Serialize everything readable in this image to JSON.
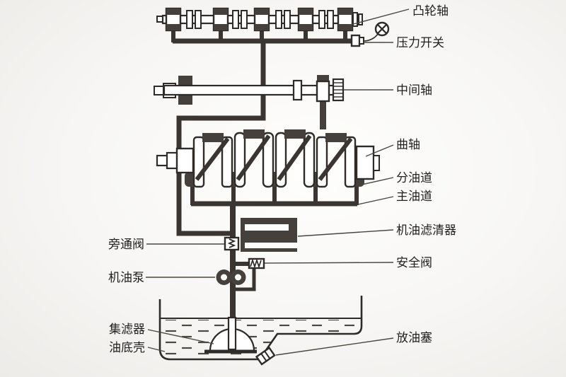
{
  "diagram": {
    "type": "engine-lubrication-system-schematic",
    "labels": {
      "camshaft": "凸轮轴",
      "pressure_switch": "压力开关",
      "intermediate_shaft": "中间轴",
      "crankshaft": "曲轴",
      "branch_oil_gallery": "分油道",
      "main_oil_gallery": "主油道",
      "oil_filter": "机油滤清器",
      "bypass_valve": "旁通阀",
      "safety_valve": "安全阀",
      "oil_pump": "机油泵",
      "oil_strainer": "集滤器",
      "oil_pan": "油底壳",
      "drain_plug": "放油塞"
    },
    "colors": {
      "line": "#2e2b28",
      "pipe": "#3a3531",
      "dark_fill": "#45403b",
      "text": "#211f1d",
      "background": "#f6f5f3"
    }
  }
}
